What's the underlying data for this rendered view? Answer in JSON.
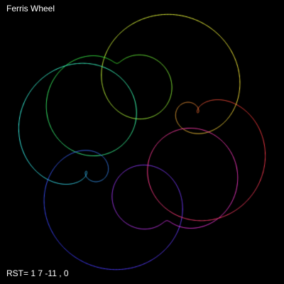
{
  "title": "Ferris Wheel",
  "params": {
    "label": "RST=",
    "r": 1,
    "s": 7,
    "t": -11,
    "offset": 0
  },
  "colors": {
    "background": "#000000",
    "text": "#ffffff"
  }
}
